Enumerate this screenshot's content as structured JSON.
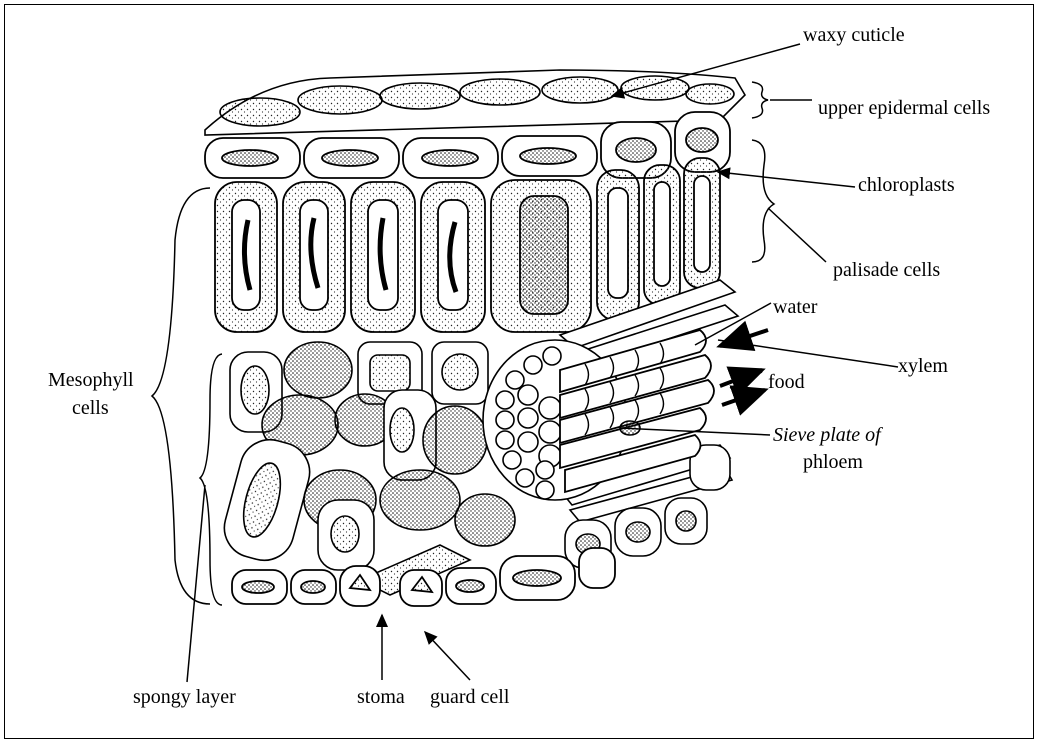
{
  "labels": {
    "waxy_cuticle": "waxy cuticle",
    "upper_epidermal_cells": "upper epidermal cells",
    "chloroplasts": "chloroplasts",
    "palisade_cells": "palisade cells",
    "water": "water",
    "xylem": "xylem",
    "food": "food",
    "sieve_plate_of": "Sieve plate of",
    "phloem": "phloem",
    "mesophyll": "Mesophyll",
    "cells": "cells",
    "spongy_layer": "spongy layer",
    "stoma": "stoma",
    "guard_cell": "guard cell"
  }
}
